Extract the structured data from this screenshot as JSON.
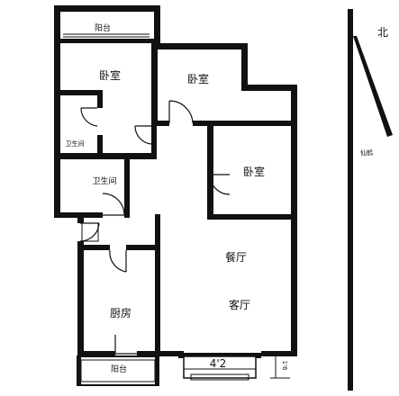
{
  "plan": {
    "rooms": {
      "balcony_top": "阳台",
      "master_bedroom": "卧室",
      "bedroom_middle": "卧室",
      "bedroom_right": "卧室",
      "toilet_small": "卫生间",
      "toilet_large": "卫生间",
      "dining": "餐厅",
      "living": "客厅",
      "kitchen": "厨房",
      "balcony_bottom": "阳台"
    },
    "dimension_label": "4'2",
    "side_mark": "1'6"
  },
  "compass": {
    "north_label": "北",
    "street_label": "仙鹤"
  }
}
